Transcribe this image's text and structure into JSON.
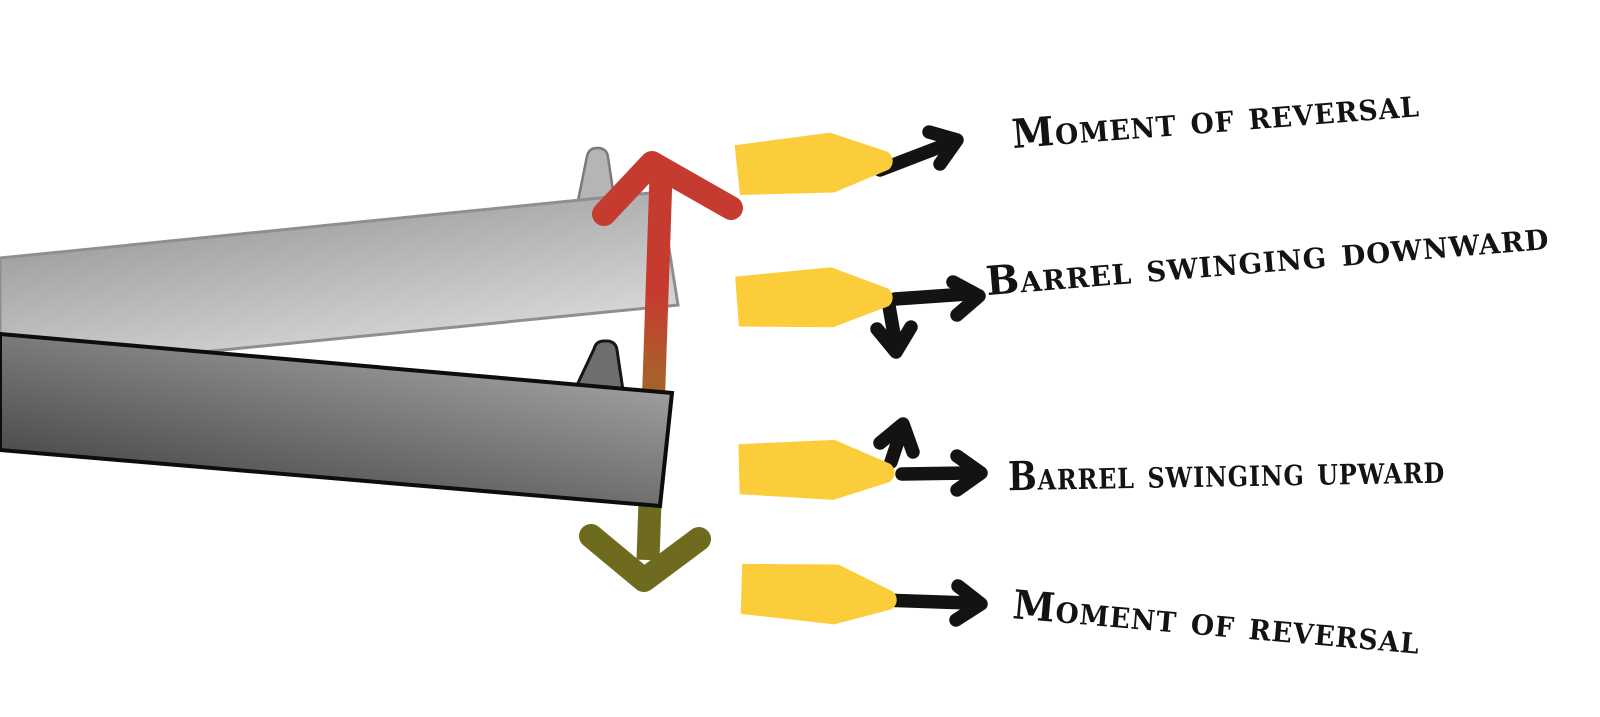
{
  "labels": {
    "top_reversal": "Moment of reversal",
    "swing_down": "Barrel swinging downward",
    "swing_up": "Barrel swinging upward",
    "bottom_reversal": "Moment of reversal"
  },
  "rows": [
    {
      "label": "Moment of reversal",
      "bullet_arrows": [
        "forward-up-right"
      ]
    },
    {
      "label": "Barrel swinging downward",
      "bullet_arrows": [
        "forward-right",
        "small-down"
      ]
    },
    {
      "label": "Barrel swinging upward",
      "bullet_arrows": [
        "small-up",
        "forward-right"
      ]
    },
    {
      "label": "Moment of reversal",
      "bullet_arrows": [
        "forward-right"
      ]
    }
  ],
  "colors": {
    "background": "#ffffff",
    "text_black": "#131313",
    "arrow_black": "#131313",
    "bullet_yellow": "#fccd3b",
    "swing_red": "#c63b2f",
    "swing_brown": "#a9612a",
    "swing_olive": "#6f6b1e",
    "barrel_upper_light": "#dedede",
    "barrel_upper_dark": "#8c8c8c",
    "barrel_upper_outline": "#8f8f8f",
    "barrel_lower_light": "#ababab",
    "barrel_lower_dark": "#383838",
    "barrel_lower_outline": "#0d0d0d",
    "sight_upper_fill": "#b5b5b5",
    "sight_upper_outline": "#7a7a7a",
    "sight_lower_fill": "#6e6e6e",
    "sight_lower_outline": "#161616"
  }
}
